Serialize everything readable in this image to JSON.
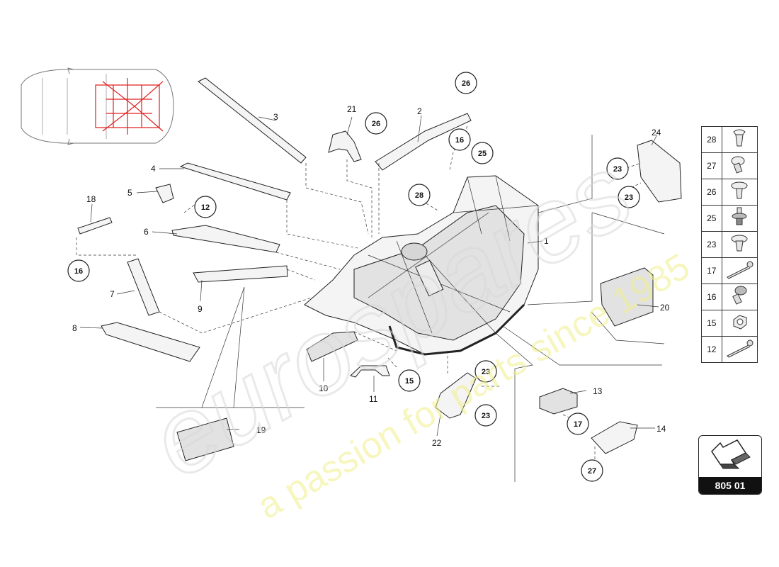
{
  "diagram": {
    "callouts": [
      "1",
      "2",
      "3",
      "4",
      "5",
      "6",
      "7",
      "8",
      "9",
      "10",
      "11",
      "12",
      "13",
      "14",
      "15",
      "16",
      "17",
      "18",
      "19",
      "20",
      "21",
      "22",
      "23",
      "24",
      "25",
      "26",
      "27",
      "28"
    ],
    "circled_labels": {
      "c12": "12",
      "c16a": "16",
      "c26a": "26",
      "c26b": "26",
      "c16b": "16",
      "c25": "25",
      "c28": "28",
      "c23a": "23",
      "c23b": "23",
      "c15": "15",
      "c23c": "23",
      "c23d": "23",
      "c17": "17",
      "c27": "27"
    }
  },
  "fastener_legend": [
    {
      "number": "28",
      "icon": "push-rivet-icon"
    },
    {
      "number": "27",
      "icon": "screw-with-washer-icon"
    },
    {
      "number": "26",
      "icon": "expanding-rivet-icon"
    },
    {
      "number": "25",
      "icon": "stud-clip-icon"
    },
    {
      "number": "23",
      "icon": "clip-icon"
    },
    {
      "number": "17",
      "icon": "long-bolt-icon"
    },
    {
      "number": "16",
      "icon": "bolt-with-washer-icon"
    },
    {
      "number": "15",
      "icon": "hex-nut-icon"
    },
    {
      "number": "12",
      "icon": "long-bolt-icon"
    }
  ],
  "diagram_code": "805 01",
  "watermark": {
    "brand": "eurospares",
    "slogan": "a passion for parts since 1985"
  }
}
